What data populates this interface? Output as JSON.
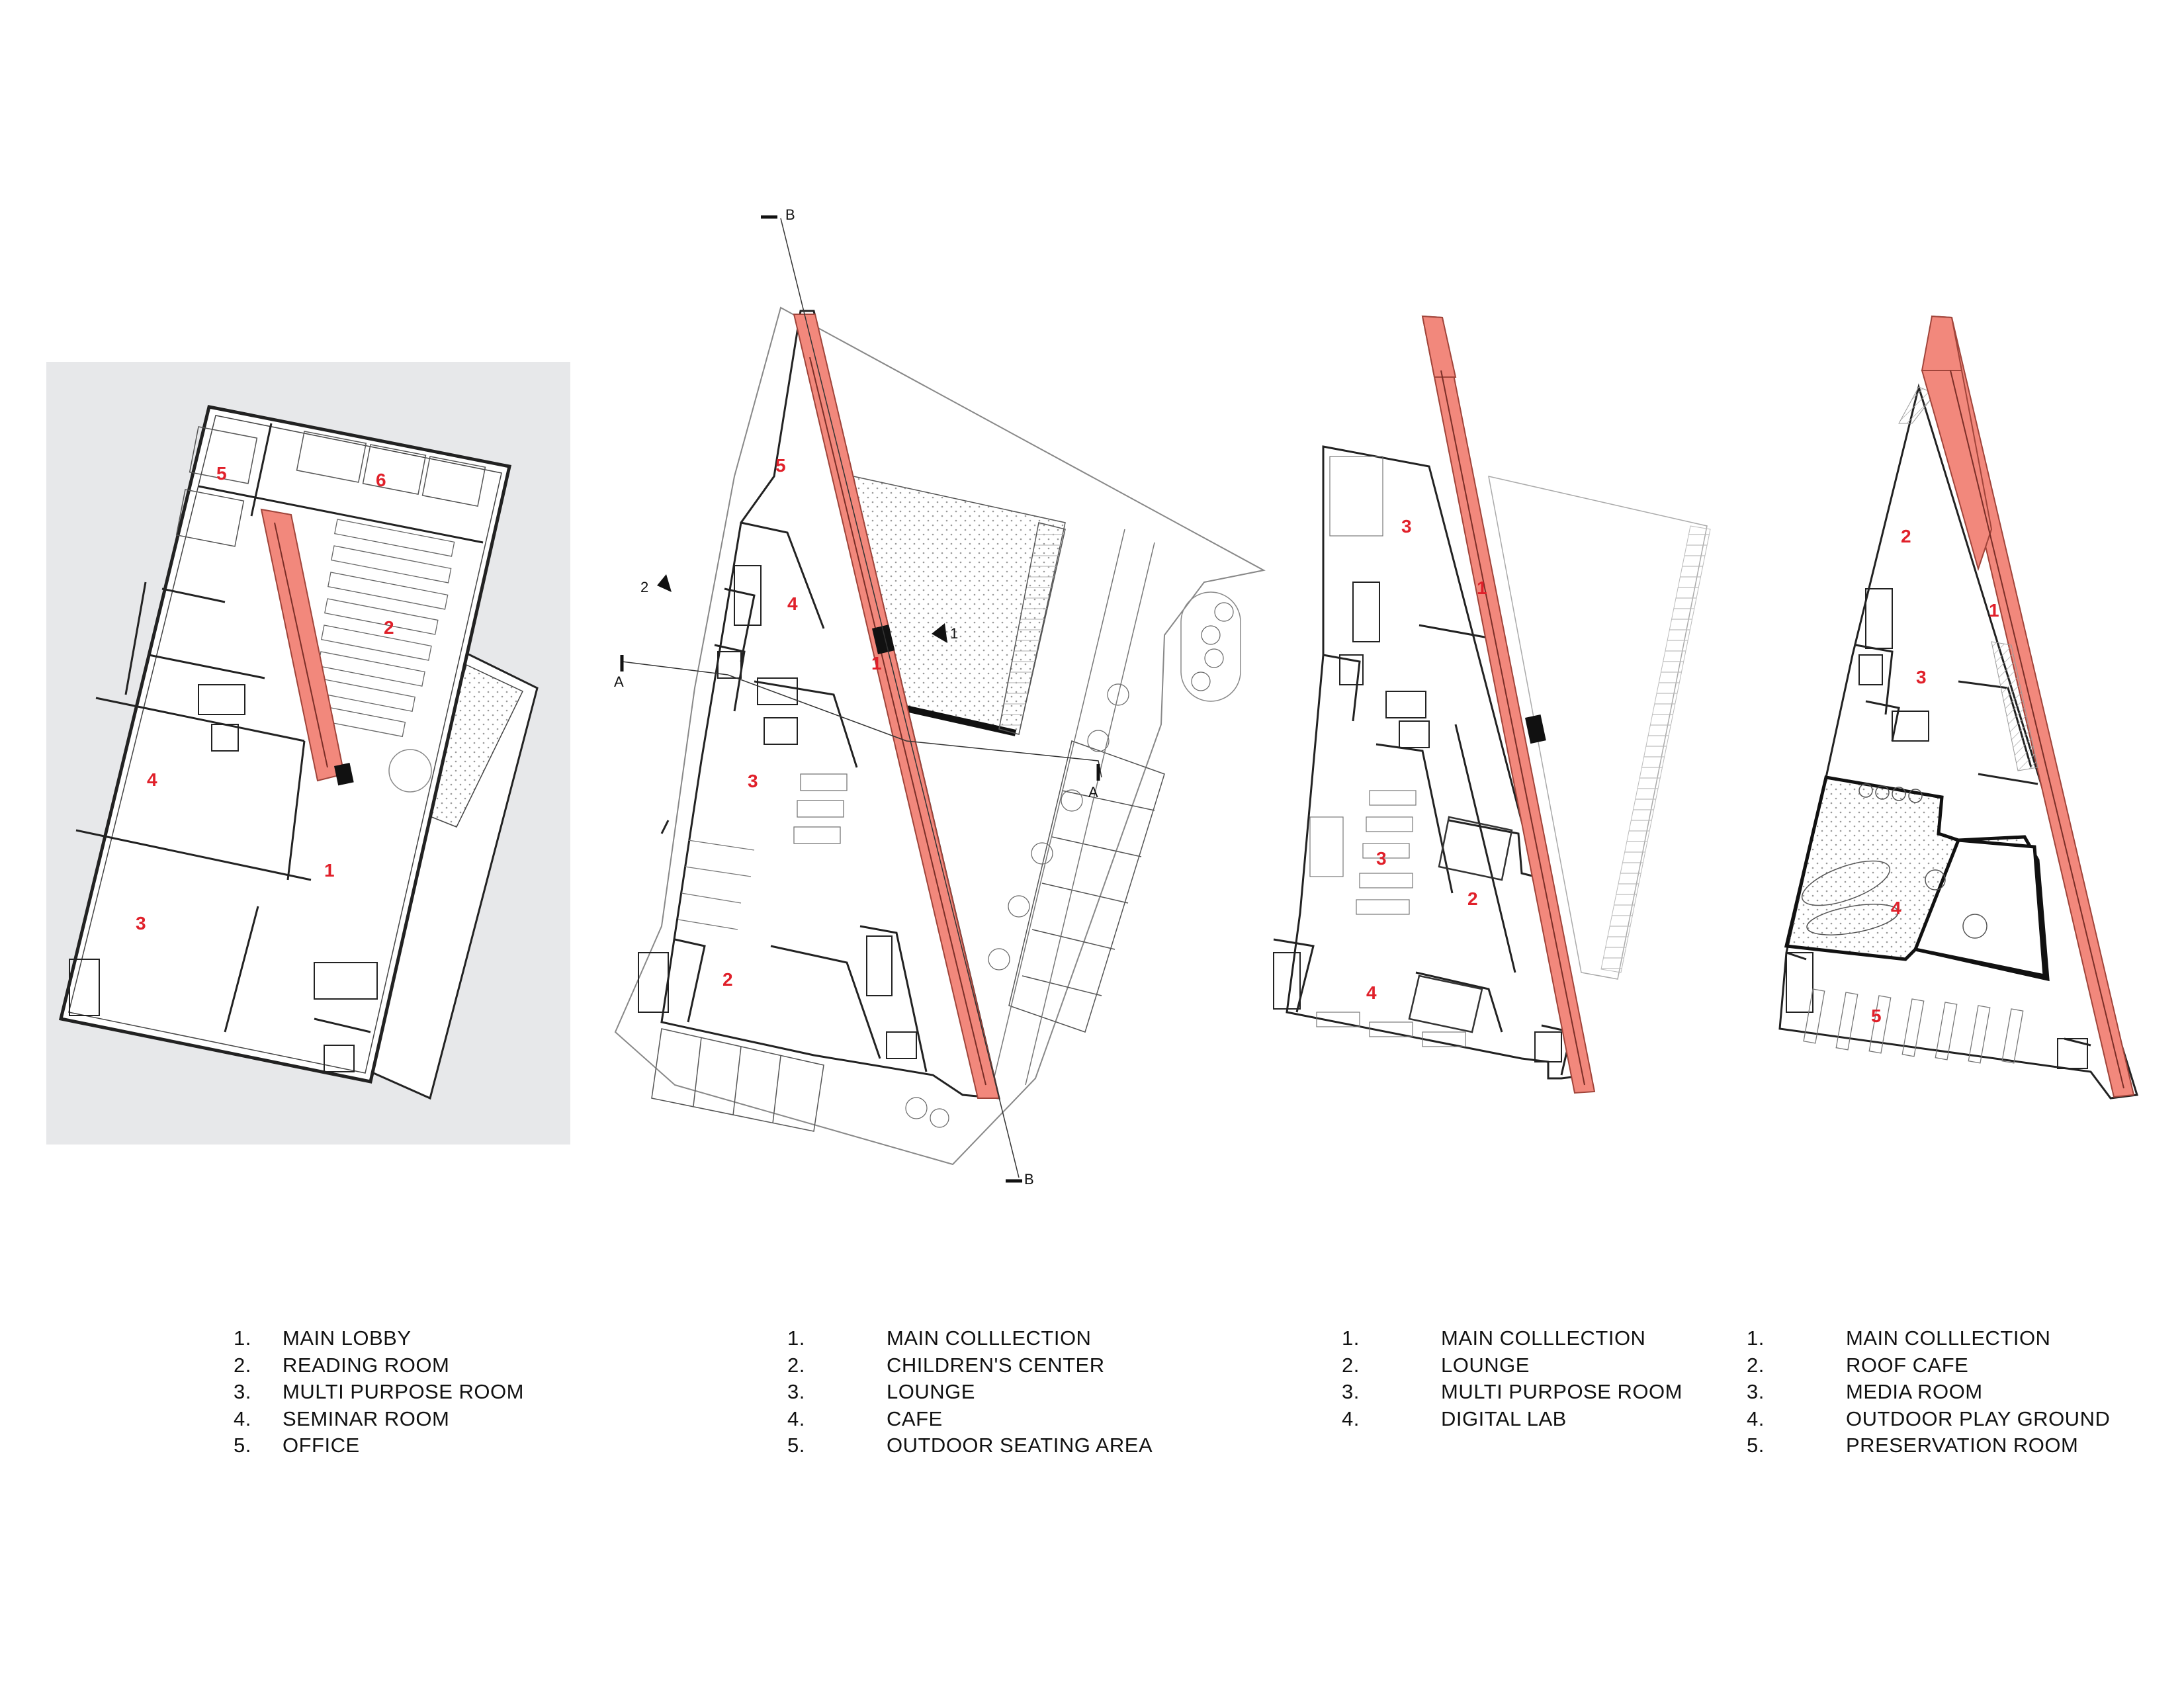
{
  "colors": {
    "collection_strip": "#f2887c",
    "room_number": "#e0202a",
    "plan_background": "#e7e8ea",
    "line": "#222222"
  },
  "markers": {
    "section_a": "A",
    "section_b": "B",
    "view_1": "1",
    "view_2": "2"
  },
  "plans": [
    {
      "id": "plan-1",
      "room_numbers": [
        "1",
        "2",
        "3",
        "4",
        "5",
        "6"
      ],
      "legend": [
        {
          "num": "1.",
          "label": "MAIN LOBBY"
        },
        {
          "num": "2.",
          "label": "READING ROOM"
        },
        {
          "num": "3.",
          "label": "MULTI PURPOSE ROOM"
        },
        {
          "num": "4.",
          "label": "SEMINAR ROOM"
        },
        {
          "num": "5.",
          "label": "OFFICE"
        }
      ]
    },
    {
      "id": "plan-2",
      "room_numbers": [
        "1",
        "2",
        "3",
        "4",
        "5"
      ],
      "legend": [
        {
          "num": "1.",
          "label": "MAIN COLLLECTION"
        },
        {
          "num": "2.",
          "label": "CHILDREN'S CENTER"
        },
        {
          "num": "3.",
          "label": "LOUNGE"
        },
        {
          "num": "4.",
          "label": "CAFE"
        },
        {
          "num": "5.",
          "label": "OUTDOOR SEATING AREA"
        }
      ]
    },
    {
      "id": "plan-3",
      "room_numbers": [
        "1",
        "2",
        "3",
        "3",
        "4"
      ],
      "legend": [
        {
          "num": "1.",
          "label": "MAIN COLLLECTION"
        },
        {
          "num": "2.",
          "label": "LOUNGE"
        },
        {
          "num": "3.",
          "label": "MULTI PURPOSE ROOM"
        },
        {
          "num": "4.",
          "label": "DIGITAL LAB"
        }
      ]
    },
    {
      "id": "plan-4",
      "room_numbers": [
        "1",
        "2",
        "3",
        "4",
        "5"
      ],
      "legend": [
        {
          "num": "1.",
          "label": "MAIN COLLLECTION"
        },
        {
          "num": "2.",
          "label": "ROOF CAFE"
        },
        {
          "num": "3.",
          "label": "MEDIA ROOM"
        },
        {
          "num": "4.",
          "label": "OUTDOOR PLAY GROUND"
        },
        {
          "num": "5.",
          "label": "PRESERVATION ROOM"
        }
      ]
    }
  ]
}
